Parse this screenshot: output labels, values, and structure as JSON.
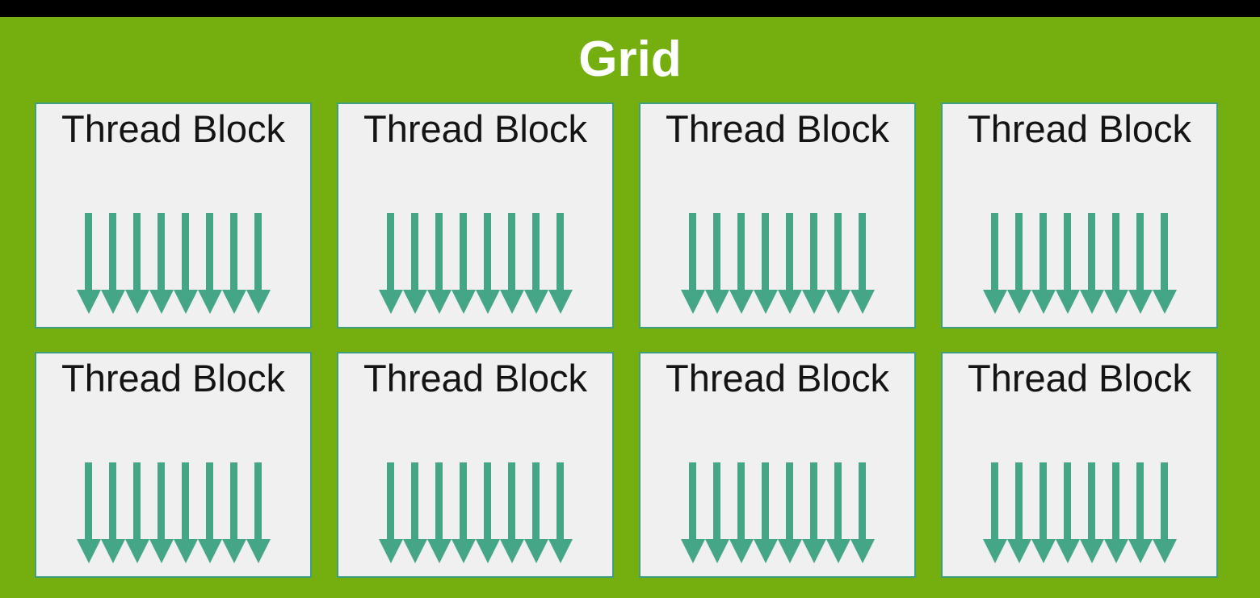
{
  "slide": {
    "title": "Grid",
    "threads_per_block": 8,
    "blocks": [
      {
        "label": "Thread Block"
      },
      {
        "label": "Thread Block"
      },
      {
        "label": "Thread Block"
      },
      {
        "label": "Thread Block"
      },
      {
        "label": "Thread Block"
      },
      {
        "label": "Thread Block"
      },
      {
        "label": "Thread Block"
      },
      {
        "label": "Thread Block"
      }
    ]
  },
  "icons": {
    "thread_arrow": "down-arrow"
  },
  "colors": {
    "letterbox_black": "#000000",
    "grid_green": "#75AF0F",
    "block_background": "#F0F0F0",
    "block_border": "#3E9E81",
    "arrow_teal": "#45A587",
    "title_white": "#FFFFFF",
    "label_black": "#141414"
  }
}
